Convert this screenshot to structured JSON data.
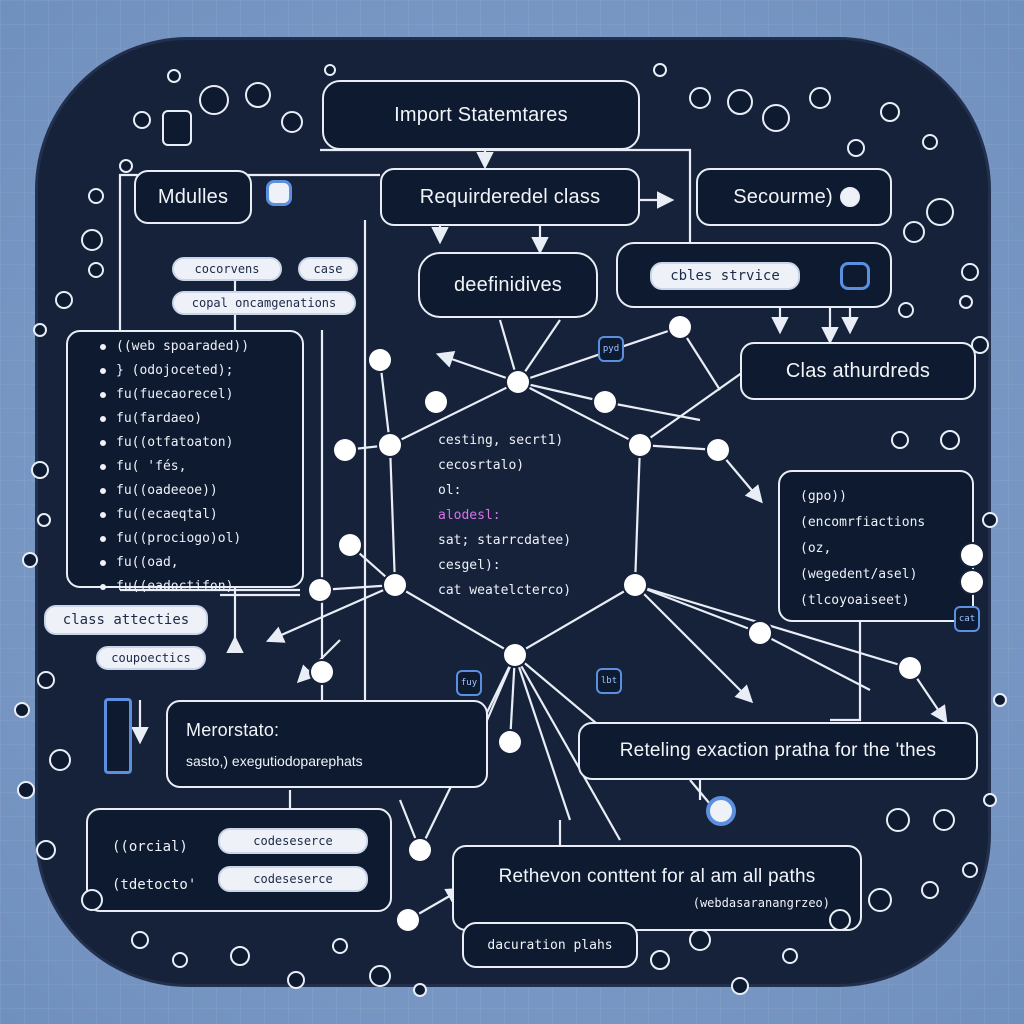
{
  "boxes": {
    "import_statements": "Import Statemtares",
    "required_class": "Requirderedel class",
    "definitives": "deefinidives",
    "secourme": "Secourme)",
    "modules": "Mdulles",
    "class_attributes": "Clas athurdreds",
    "metastato": "Merorstato:",
    "metastato_sub": "sasto,) exegutiodoparephats",
    "retelling": "Reteling exaction pratha for the 'thes",
    "rethevon": "Rethevon conttent for al am all paths",
    "rethevon_sub": "(webdasaranangrzeo)",
    "decuration": "dacuration plahs"
  },
  "pills": {
    "cocorvens": "cocorvens",
    "case": "case",
    "copal": "copal oncamgenations",
    "cbles_strvice": "cbles strvice",
    "class_attecties": "class attecties",
    "coupoectics": "coupoectics",
    "codeseserce_1": "codeseserce",
    "codeseserce_2": "codeseserce"
  },
  "left_code": [
    "((web spoaraded))",
    "} (odojoceted);",
    "fu(fuecaorecel)",
    "fu(fardaeo)",
    "fu((otfatoaton)",
    "fu( 'fés,",
    "fu((oadeeoe))",
    "fu((ecaeqtal)",
    "fu((prociogo)ol)",
    "fu((oad,",
    "fu((eadoctifon)"
  ],
  "center_code": [
    "cesting, secrt1)",
    "cecosrtalo)",
    "ol:",
    "alodesl:",
    "sat; starrcdatee)",
    "cesgel):",
    "cat weatelcterco)"
  ],
  "right_code": [
    "(gpo))",
    "(encomrfiactions",
    "(oz,",
    "(wegedent/asel)",
    "(tlcoyoaiseet)"
  ],
  "bottom_left_code": [
    "((orcial)",
    "(tdetocto'"
  ],
  "badges": [
    "pyd",
    "fuy",
    "lbt",
    "cat"
  ],
  "colors": {
    "board": "#16223a",
    "box": "#0e1a30",
    "line": "#e9eef6",
    "accent": "#5b8fe0",
    "highlight": "#d873e8",
    "background": "#7d9bc6"
  }
}
